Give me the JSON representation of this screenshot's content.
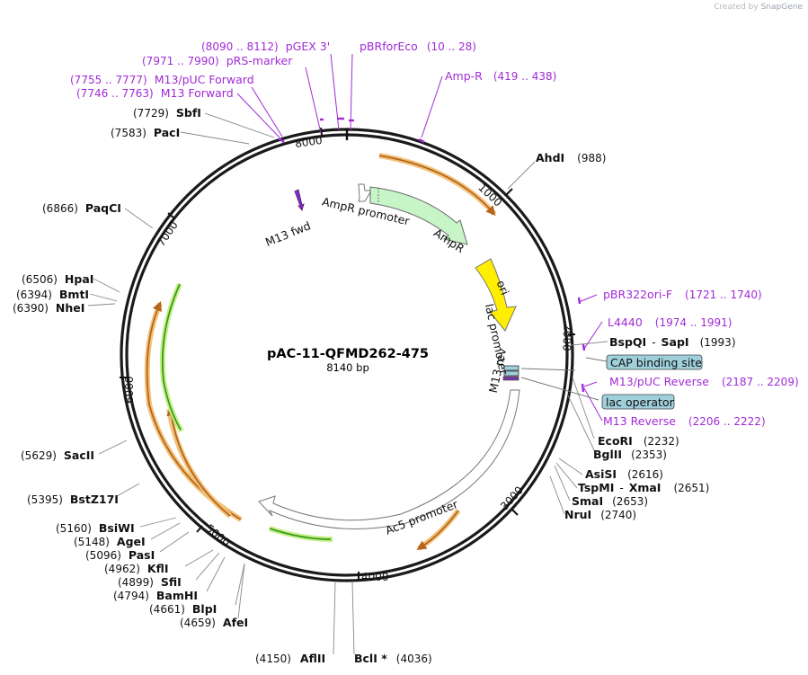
{
  "brand": {
    "prefix": "Created by",
    "name": "SnapGene"
  },
  "plasmid": {
    "name": "pAC-11-QFMD262-475",
    "size": "8140 bp"
  },
  "ticks": [
    "1000",
    "2000",
    "3000",
    "4000",
    "5000",
    "6000",
    "7000",
    "8000"
  ],
  "sites": [
    {
      "name": "AhdI",
      "pos": "(988)"
    },
    {
      "name": "BspQI",
      "sep": "-",
      "name2": "SapI",
      "pos": "(1993)"
    },
    {
      "name": "EcoRI",
      "pos": "(2232)"
    },
    {
      "name": "BglII",
      "pos": "(2353)"
    },
    {
      "name": "AsiSI",
      "pos": "(2616)"
    },
    {
      "name": "TspMI",
      "sep": "-",
      "name2": "XmaI",
      "pos": "(2651)"
    },
    {
      "name": "SmaI",
      "pos": "(2653)"
    },
    {
      "name": "NruI",
      "pos": "(2740)"
    },
    {
      "name": "BclI *",
      "pos": "(4036)"
    },
    {
      "name": "AflII",
      "pos": "(4150)"
    },
    {
      "name": "AfeI",
      "pos": "(4659)"
    },
    {
      "name": "BlpI",
      "pos": "(4661)"
    },
    {
      "name": "BamHI",
      "pos": "(4794)"
    },
    {
      "name": "SfiI",
      "pos": "(4899)"
    },
    {
      "name": "KflI",
      "pos": "(4962)"
    },
    {
      "name": "PasI",
      "pos": "(5096)"
    },
    {
      "name": "AgeI",
      "pos": "(5148)"
    },
    {
      "name": "BsiWI",
      "pos": "(5160)"
    },
    {
      "name": "BstZ17I",
      "pos": "(5395)"
    },
    {
      "name": "SacII",
      "pos": "(5629)"
    },
    {
      "name": "NheI",
      "pos": "(6390)"
    },
    {
      "name": "BmtI",
      "pos": "(6394)"
    },
    {
      "name": "HpaI",
      "pos": "(6506)"
    },
    {
      "name": "PaqCI",
      "pos": "(6866)"
    },
    {
      "name": "PacI",
      "pos": "(7583)"
    },
    {
      "name": "SbfI",
      "pos": "(7729)"
    }
  ],
  "primers": [
    {
      "name": "pBRforEco",
      "range": "(10 .. 28)"
    },
    {
      "name": "Amp-R",
      "range": "(419 .. 438)"
    },
    {
      "name": "pGEX 3'",
      "range": "(8090 .. 8112)"
    },
    {
      "name": "pRS-marker",
      "range": "(7971 .. 7990)"
    },
    {
      "name": "M13/pUC Forward",
      "range": "(7755 .. 7777)"
    },
    {
      "name": "M13 Forward",
      "range": "(7746 .. 7763)"
    },
    {
      "name": "pBR322ori-F",
      "range": "(1721 .. 1740)"
    },
    {
      "name": "L4440",
      "range": "(1974 .. 1991)"
    },
    {
      "name": "M13/pUC Reverse",
      "range": "(2187 .. 2209)"
    },
    {
      "name": "M13 Reverse",
      "range": "(2206 .. 2222)"
    }
  ],
  "boxed_features": [
    "CAP binding site",
    "lac operator"
  ],
  "features": {
    "amp_promoter": "AmpR promoter",
    "ampr": "AmpR",
    "ori": "ori",
    "lac_promoter": "lac promoter",
    "m13_rev": "M13 rev",
    "m13_fwd": "M13 fwd",
    "ac5_promoter": "Ac5 promoter"
  },
  "colors": {
    "backbone": "#1a1a1a",
    "primer": "#a12bd6",
    "ampr": "#c8f5c8",
    "ori": "#ffee00",
    "orf_outline": "#f2c27a",
    "orf_core": "#b5651d",
    "green_orf": "#3a9a1c",
    "boxed_fill": "#9fd0db"
  }
}
